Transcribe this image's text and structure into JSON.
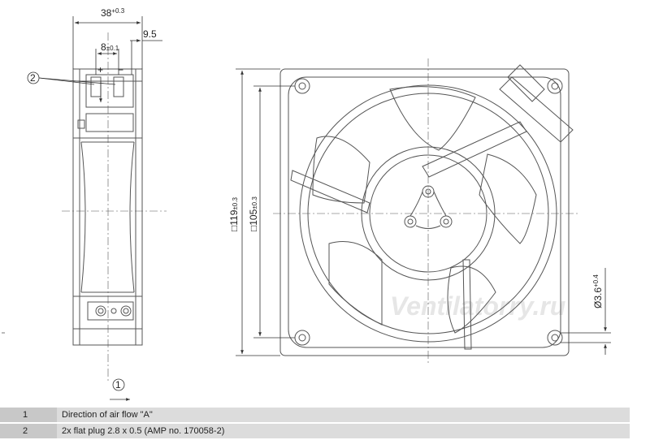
{
  "dimensions": {
    "width_depth": "38",
    "width_depth_tol": "+0.3",
    "plug_spacing": "8",
    "plug_spacing_tol": "±0.1",
    "plug_offset": "9.5",
    "frame_size": "119",
    "frame_size_tol": "±0.3",
    "hole_spacing": "105",
    "hole_spacing_tol": "±0.3",
    "hole_diameter": "Ø3.6",
    "hole_diameter_tol": "+0.4",
    "square_symbol": "□"
  },
  "markers": {
    "plug_marker": "2",
    "airflow_marker": "1",
    "plus": "+",
    "minus": "−"
  },
  "watermark": "Ventilatorry.ru",
  "legend": [
    {
      "number": "1",
      "text": "Direction of air flow \"A\""
    },
    {
      "number": "2",
      "text": "2x flat plug 2.8 x 0.5 (AMP no. 170058-2)"
    }
  ],
  "colors": {
    "line": "#555555",
    "legend_num_bg": "#c8c8c8",
    "legend_text_bg": "#dcdcdc"
  }
}
